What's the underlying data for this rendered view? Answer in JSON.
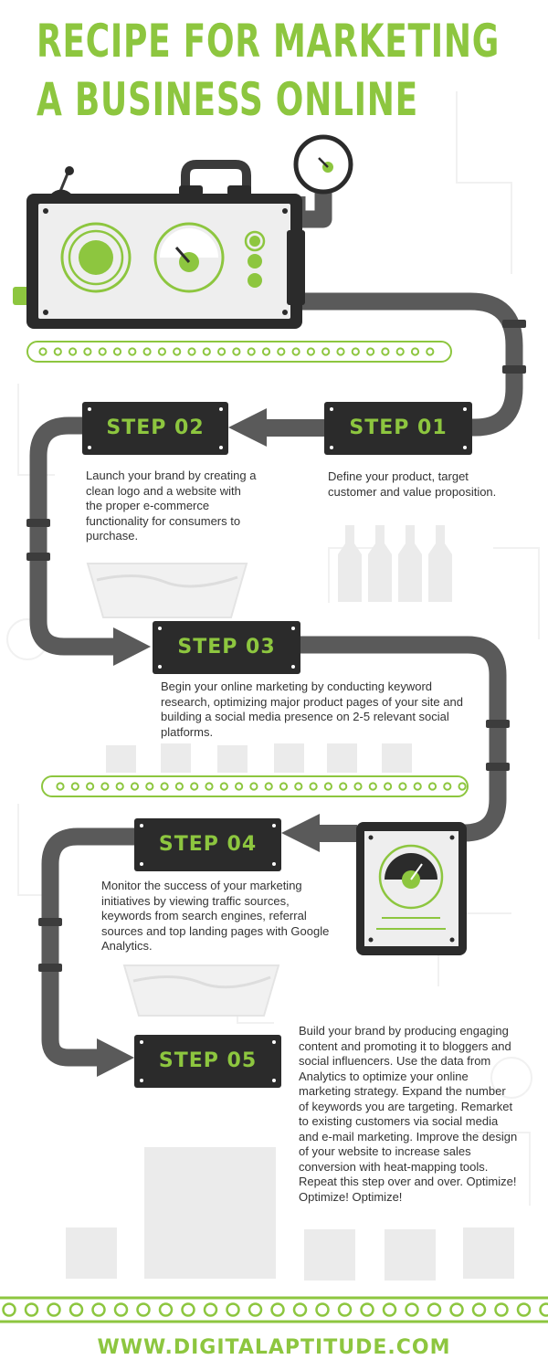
{
  "title": {
    "line1": "RECIPE  FOR MARKETING",
    "line2": "A BUSINESS ONLINE"
  },
  "colors": {
    "accent": "#8dc63f",
    "pipe": "#5a5a5a",
    "plate": "#2b2b2b",
    "background": "#ffffff"
  },
  "steps": [
    {
      "label": "STEP 01",
      "text": "Define your product, target customer and value proposition."
    },
    {
      "label": "STEP 02",
      "text": "Launch your brand by creating a clean logo and a website with the proper e-commerce functionality for consumers to purchase."
    },
    {
      "label": "STEP 03",
      "text": "Begin your online marketing by conducting keyword research, optimizing major product pages of your site and building a social media presence on 2-5 relevant social platforms."
    },
    {
      "label": "STEP 04",
      "text": "Monitor the success of your marketing initiatives by viewing traffic sources, keywords from search engines, referral sources and top landing pages with Google Analytics."
    },
    {
      "label": "STEP 05",
      "text": "Build your brand by producing engaging content and promoting it to bloggers and social influencers. Use the data from Analytics to optimize your online marketing strategy. Expand the number of keywords you are targeting. Remarket to existing customers via social media and e-mail marketing. Improve the design of your website to increase sales conversion with heat-mapping tools. Repeat this step over and over. Optimize! Optimize! Optimize!"
    }
  ],
  "footer": {
    "url": "WWW.DIGITALAPTITUDE.COM"
  },
  "icons": [
    "machine-icon",
    "gauge-icon",
    "pipe",
    "conveyor-belt",
    "bottles-icon",
    "bowl-icon",
    "boxes-icon",
    "monitor-gauge-icon",
    "arrow-icon"
  ]
}
